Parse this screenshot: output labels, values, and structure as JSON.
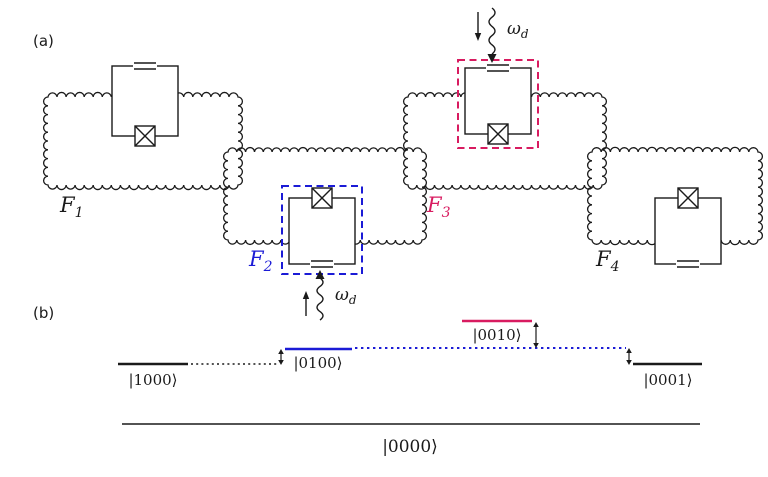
{
  "panels": {
    "a": "(a)",
    "b": "(b)"
  },
  "colors": {
    "ink": "#1a1a1a",
    "blue": "#1b1bd6",
    "crimson": "#d81b60"
  },
  "qubits": [
    {
      "base": "F",
      "sub": "1",
      "color": "ink"
    },
    {
      "base": "F",
      "sub": "2",
      "color": "blue"
    },
    {
      "base": "F",
      "sub": "3",
      "color": "crimson"
    },
    {
      "base": "F",
      "sub": "4",
      "color": "ink"
    }
  ],
  "drive": {
    "base": "ω",
    "sub": "d"
  },
  "energy_levels": {
    "excited": [
      {
        "ket": "|1000⟩",
        "color": "ink"
      },
      {
        "ket": "|0100⟩",
        "color": "blue"
      },
      {
        "ket": "|0010⟩",
        "color": "crimson"
      },
      {
        "ket": "|0001⟩",
        "color": "ink"
      }
    ],
    "ground": {
      "ket": "|0000⟩",
      "color": "ink"
    }
  }
}
